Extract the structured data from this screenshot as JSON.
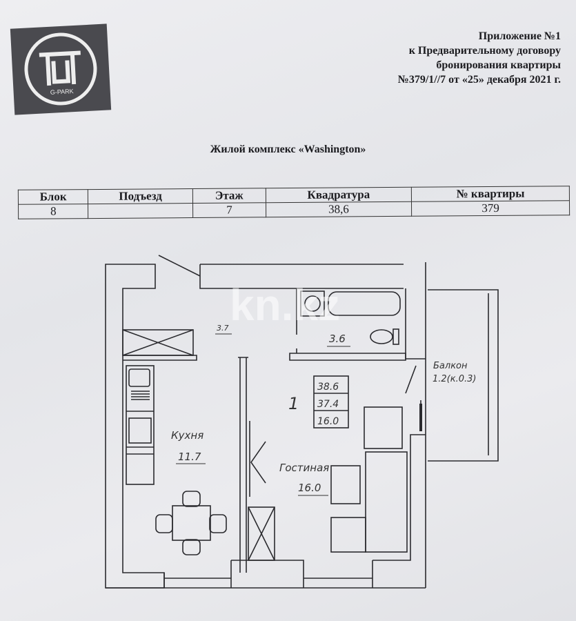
{
  "logo": {
    "text": "G-PARK"
  },
  "appendix": {
    "line1": "Приложение №1",
    "line2": "к Предварительному договору",
    "line3": "бронирования квартиры",
    "line4": "№379/1//7 от «25» декабря 2021 г."
  },
  "complex_title": "Жилой комплекс «Washington»",
  "info_table": {
    "headers": [
      "Блок",
      "Подъезд",
      "Этаж",
      "Квадратура",
      "№ квартиры"
    ],
    "values": [
      "8",
      "",
      "7",
      "38,6",
      "379"
    ]
  },
  "plan": {
    "kitchen_label": "Кухня",
    "kitchen_area": "11.7",
    "living_label": "Гостиная",
    "living_area": "16.0",
    "balcony_label": "Балкон",
    "balcony_area": "1.2(к.0.3)",
    "bathroom_area": "3.6",
    "hall_area": "3.7",
    "rooms_count": "1",
    "total_area": "38.6",
    "living_total": "37.4",
    "living_space": "16.0"
  },
  "watermark": "kn.kz"
}
